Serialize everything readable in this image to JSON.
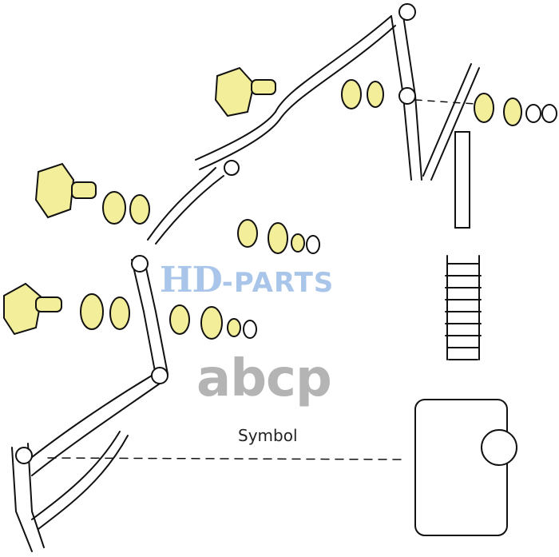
{
  "diagram": {
    "watermark_brand": {
      "hd": "HD",
      "parts": "-PARTS"
    },
    "watermark_logo": "abcp",
    "label": "Symbol",
    "colors": {
      "highlight": "#f3ee9a",
      "outline": "#111111",
      "watermark_blue": "#a9c6ea",
      "watermark_gray": "#b4b4b4"
    }
  }
}
